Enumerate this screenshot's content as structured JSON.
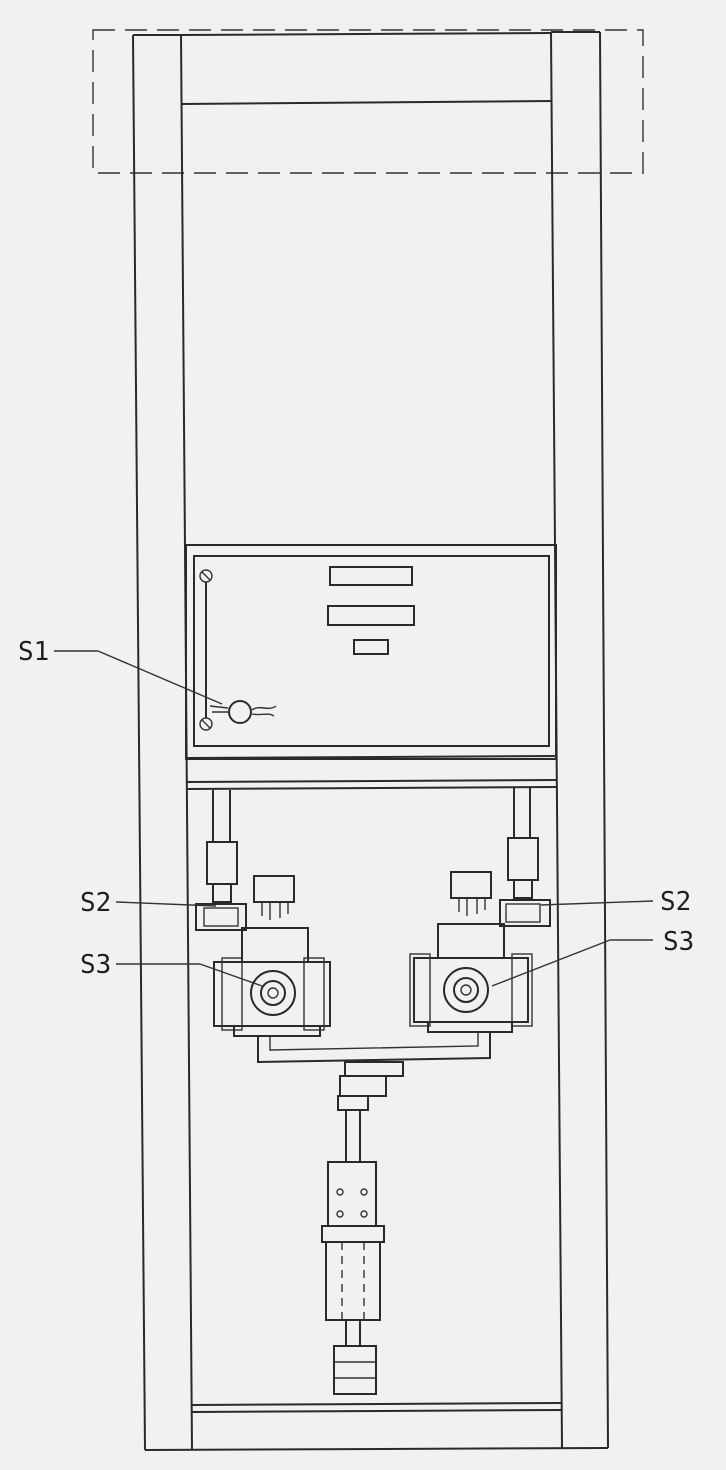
{
  "labels": {
    "s1": "S1",
    "s2_left": "S2",
    "s2_right": "S2",
    "s3_left": "S3",
    "s3_right": "S3"
  },
  "colors": {
    "line": "#2a2a2a",
    "paper": "#f1f1f1"
  }
}
